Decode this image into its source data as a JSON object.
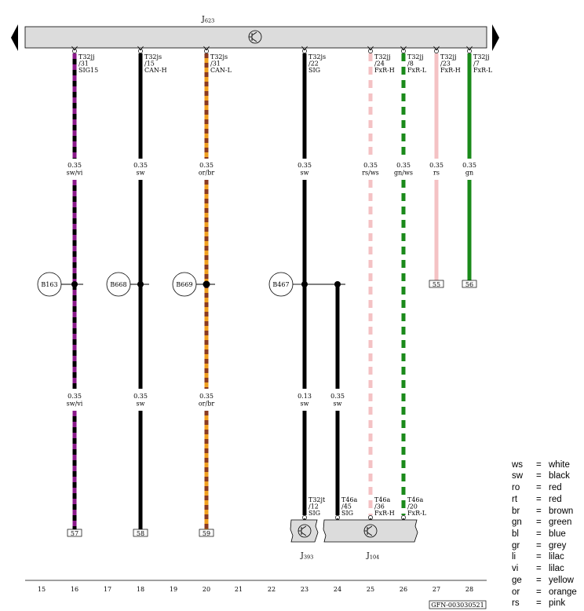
{
  "title": {
    "main": "J",
    "sub": "623"
  },
  "top_connectors": [
    {
      "connector": "T32jj",
      "pin": "/31",
      "signal": "SIG15"
    },
    {
      "connector": "T32js",
      "pin": "/15",
      "signal": "CAN-H"
    },
    {
      "connector": "T32js",
      "pin": "/31",
      "signal": "CAN-L"
    },
    {
      "connector": "T32js",
      "pin": "/22",
      "signal": "SIG"
    },
    {
      "connector": "T32jj",
      "pin": "/24",
      "signal": "FxR-H"
    },
    {
      "connector": "T32jj",
      "pin": "/8",
      "signal": "FxR-L"
    },
    {
      "connector": "T32jj",
      "pin": "/23",
      "signal": "FxR-H"
    },
    {
      "connector": "T32jj",
      "pin": "/7",
      "signal": "FxR-L"
    }
  ],
  "upper_wire_labels": [
    {
      "size": "0.35",
      "color": "sw/vi"
    },
    {
      "size": "0.35",
      "color": "sw"
    },
    {
      "size": "0.35",
      "color": "or/br"
    },
    {
      "size": "0.35",
      "color": "sw"
    },
    {
      "size": "0.35",
      "color": "rs/ws"
    },
    {
      "size": "0.35",
      "color": "gn/ws"
    },
    {
      "size": "0.35",
      "color": "rs"
    },
    {
      "size": "0.35",
      "color": "gn"
    }
  ],
  "lower_wire_labels": [
    {
      "size": "0.35",
      "color": "sw/vi"
    },
    {
      "size": "0.35",
      "color": "sw"
    },
    {
      "size": "0.35",
      "color": "or/br"
    },
    {
      "size": "0.13",
      "color": "sw"
    },
    {
      "size": "0.35",
      "color": "sw"
    }
  ],
  "splices": [
    "B163",
    "B668",
    "B669",
    "B467"
  ],
  "end_refs": [
    "57",
    "58",
    "59"
  ],
  "mid_refs": [
    "55",
    "56"
  ],
  "bottom_connectors": [
    {
      "connector": "T32jt",
      "pin": "/12",
      "signal": "SIG"
    },
    {
      "connector": "T46a",
      "pin": "/45",
      "signal": "SIG"
    },
    {
      "connector": "T46a",
      "pin": "/36",
      "signal": "FxR-H"
    },
    {
      "connector": "T46a",
      "pin": "/20",
      "signal": "FxR-L"
    }
  ],
  "components": [
    {
      "main": "J",
      "sub": "393"
    },
    {
      "main": "J",
      "sub": "104"
    }
  ],
  "column_numbers": [
    "15",
    "16",
    "17",
    "18",
    "19",
    "20",
    "21",
    "22",
    "23",
    "24",
    "25",
    "26",
    "27",
    "28"
  ],
  "footer_code": "GFN-003030521",
  "legend": [
    {
      "code": "ws",
      "eq": "=",
      "name": "white"
    },
    {
      "code": "sw",
      "eq": "=",
      "name": "black"
    },
    {
      "code": "ro",
      "eq": "=",
      "name": "red"
    },
    {
      "code": "rt",
      "eq": "=",
      "name": "red"
    },
    {
      "code": "br",
      "eq": "=",
      "name": "brown"
    },
    {
      "code": "gn",
      "eq": "=",
      "name": "green"
    },
    {
      "code": "bl",
      "eq": "=",
      "name": "blue"
    },
    {
      "code": "gr",
      "eq": "=",
      "name": "grey"
    },
    {
      "code": "li",
      "eq": "=",
      "name": "lilac"
    },
    {
      "code": "vi",
      "eq": "=",
      "name": "lilac"
    },
    {
      "code": "ge",
      "eq": "=",
      "name": "yellow"
    },
    {
      "code": "or",
      "eq": "=",
      "name": "orange"
    },
    {
      "code": "rs",
      "eq": "=",
      "name": "pink"
    }
  ],
  "colors": {
    "black": "#000000",
    "violet": "#8b1a8b",
    "orange": "#f0a020",
    "brown": "#8a3a22",
    "pink": "#f4c2c4",
    "green": "#1a8a1a",
    "component_fill": "#dcdcdc"
  }
}
